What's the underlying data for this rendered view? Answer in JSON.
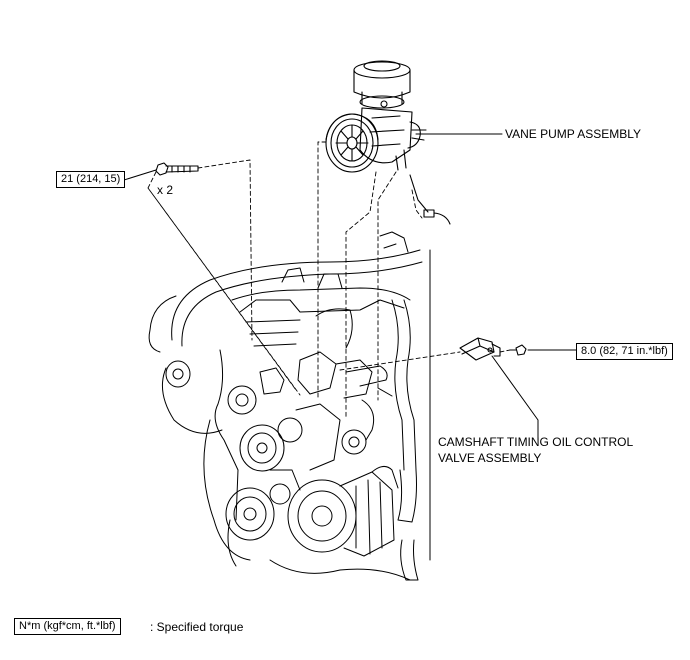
{
  "callouts": {
    "bolt_torque": "21 (214, 15)",
    "bolt_qty": "x 2",
    "vane_pump": "VANE PUMP ASSEMBLY",
    "ocv_torque": "8.0 (82, 71 in.*lbf)",
    "ocv_line1": "CAMSHAFT TIMING OIL CONTROL",
    "ocv_line2": "VALVE ASSEMBLY"
  },
  "legend": {
    "unit_box": "N*m (kgf*cm, ft.*lbf)",
    "text": ": Specified torque"
  }
}
